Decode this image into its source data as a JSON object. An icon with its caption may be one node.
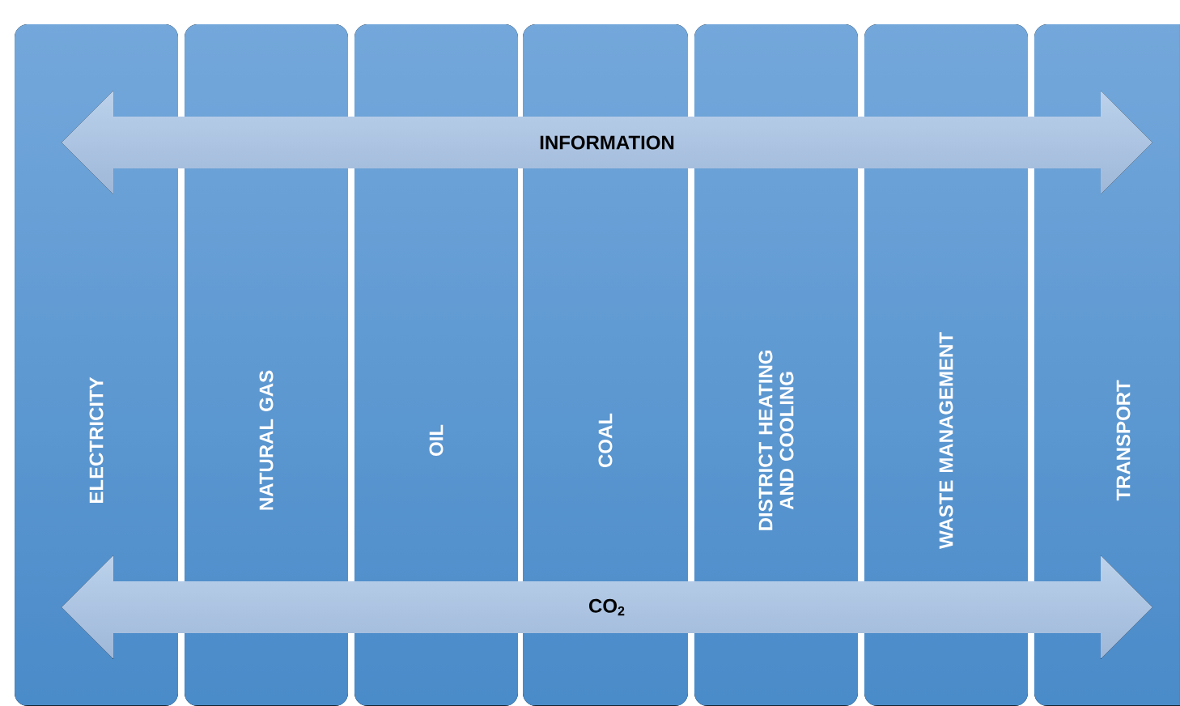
{
  "diagram": {
    "nodes": [
      {
        "text": [
          "ELECTRICITY"
        ]
      },
      {
        "text": [
          "NATURAL  GAS"
        ]
      },
      {
        "text": [
          "OIL"
        ]
      },
      {
        "text": [
          "COAL"
        ]
      },
      {
        "text": [
          "DISTRICT HEATING AND COOLING"
        ]
      },
      {
        "text": [
          "WASTE MANAGEMENT"
        ]
      },
      {
        "text": [
          "TRANSPORT"
        ]
      },
      {
        "text": [
          "INFORMATION"
        ]
      },
      {
        "text": [
          "CO$_{2}$"
        ]
      }
    ]
  }
}
